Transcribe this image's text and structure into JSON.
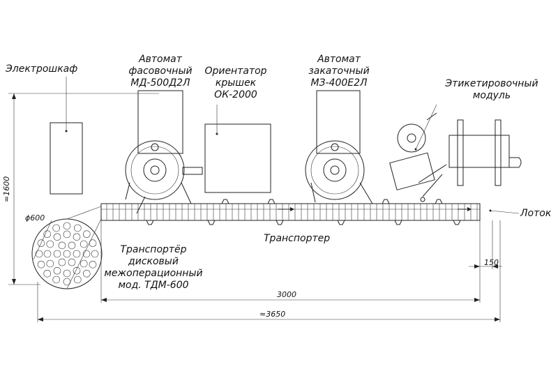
{
  "labels": {
    "cabinet": "Электрошкаф",
    "filler": [
      "Автомат",
      "фасовочный",
      "МД-500Д2Л"
    ],
    "orienter": [
      "Ориентатор",
      "крышек",
      "ОК-2000"
    ],
    "capper": [
      "Автомат",
      "закаточный",
      "МЗ-400Е2Л"
    ],
    "labeler": [
      "Этикетировочный",
      "модуль"
    ],
    "tray": "Лоток",
    "conveyor": "Транспортер",
    "disc": [
      "Транспортёр",
      "дисковый",
      "межоперационный",
      "мод. ТДМ-600"
    ]
  },
  "dimensions": {
    "disc_diameter": "ϕ600",
    "height": "≈1600",
    "offset": "150",
    "conveyor_length": "3000",
    "total_length": "≈3650"
  }
}
